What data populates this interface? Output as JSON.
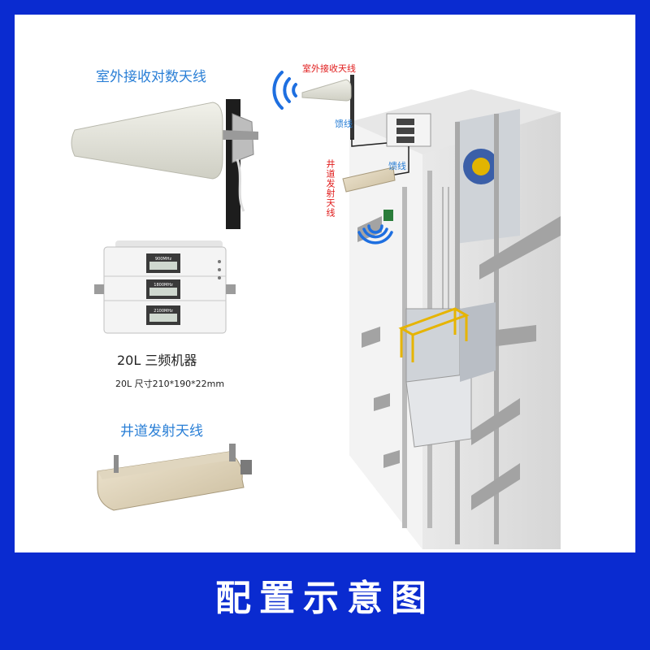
{
  "labels": {
    "outdoor_antenna": "室外接收对数天线",
    "model_name": "20L    三频机器",
    "model_size": "20L 尺寸210*190*22mm",
    "shaft_antenna": "井道发射天线",
    "diagram_outdoor": "室外接收天线",
    "diagram_feeder_1": "馈线",
    "diagram_feeder_2": "馈线",
    "diagram_shaft": "井道发射天线"
  },
  "device": {
    "bands": [
      "900MHz",
      "1800MHz",
      "2100MHz"
    ]
  },
  "footer": {
    "title": "配置示意图"
  },
  "colors": {
    "background": "#0a2bd0",
    "label_blue": "#2a7fd6",
    "label_red": "#e01b1b",
    "wifi_blue": "#1e6fe0"
  }
}
